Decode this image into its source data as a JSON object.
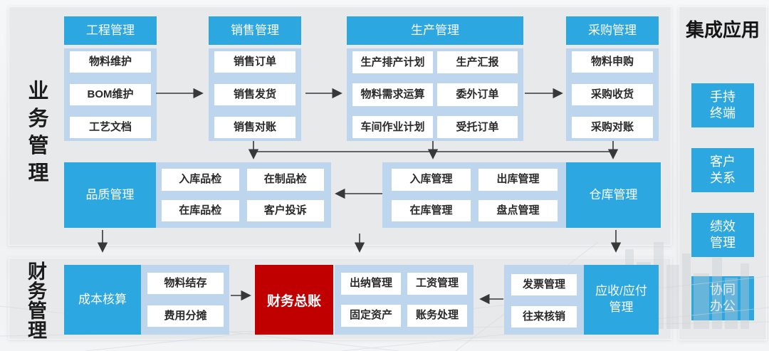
{
  "colors": {
    "module_blue": "#2da7e0",
    "container_blue": "#bdd6ed",
    "ledger_red": "#c00000",
    "panel_gray": "#e8e9ea",
    "arrow": "#383838"
  },
  "sections": {
    "business_label": "业务管理",
    "finance_label": "财务管理"
  },
  "top_columns": [
    {
      "header": "工程管理",
      "items": [
        "物料维护",
        "BOM维护",
        "工艺文档"
      ]
    },
    {
      "header": "销售管理",
      "items": [
        "销售订单",
        "销售发货",
        "销售对账"
      ]
    },
    {
      "header": "生产管理",
      "items": [
        "生产排产计划",
        "生产汇报",
        "物料需求运算",
        "委外订单",
        "车间作业计划",
        "受托订单"
      ]
    },
    {
      "header": "采购管理",
      "items": [
        "物料申购",
        "采购收货",
        "采购对账"
      ]
    }
  ],
  "quality_group": {
    "label": "品质管理",
    "items": [
      "入库品检",
      "在制品检",
      "在库品检",
      "客户投诉"
    ]
  },
  "warehouse_group": {
    "label": "仓库管理",
    "items": [
      "入库管理",
      "出库管理",
      "在库管理",
      "盘点管理"
    ]
  },
  "cost_group": {
    "label": "成本核算",
    "items": [
      "物料结存",
      "费用分摊"
    ]
  },
  "ledger": {
    "label": "财务总账"
  },
  "cashier_group": {
    "items": [
      "出纳管理",
      "工资管理",
      "固定资产",
      "账务处理"
    ]
  },
  "invoice_group": {
    "label": "应收/应付管理",
    "items": [
      "发票管理",
      "往来核销"
    ]
  },
  "sidebar": {
    "title": "集成应用",
    "items": [
      "手持终端",
      "客户关系",
      "绩效管理",
      "协同办公"
    ]
  }
}
